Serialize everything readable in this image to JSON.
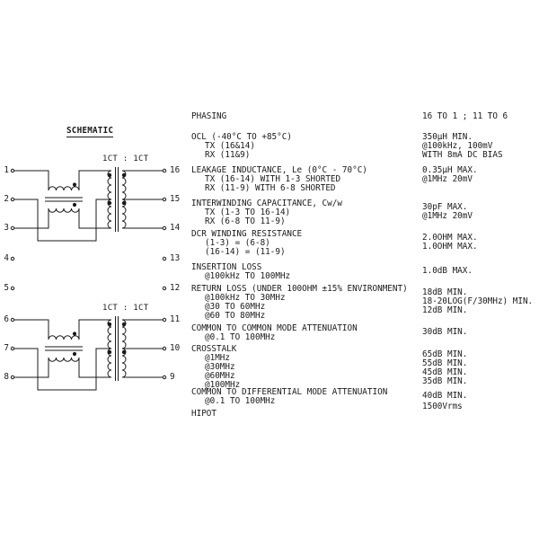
{
  "schematic": {
    "title": "SCHEMATIC",
    "ratio_top": "1CT : 1CT",
    "ratio_bottom": "1CT : 1CT",
    "pins": {
      "p1": "1",
      "p2": "2",
      "p3": "3",
      "p4": "4",
      "p5": "5",
      "p6": "6",
      "p7": "7",
      "p8": "8",
      "p9": "9",
      "p10": "10",
      "p11": "11",
      "p12": "12",
      "p13": "13",
      "p14": "14",
      "p15": "15",
      "p16": "16"
    }
  },
  "specs": [
    {
      "param": [
        "PHASING"
      ],
      "values": [
        "16 TO 1 ; 11 TO 6"
      ]
    },
    {
      "param": [
        "OCL (-40°C TO +85°C)",
        "TX (16&14)",
        "RX (11&9)"
      ],
      "values": [
        "350µH MIN.",
        "@100kHz, 100mV",
        "WITH 8mA DC BIAS"
      ]
    },
    {
      "param": [
        "LEAKAGE INDUCTANCE, Le (0°C - 70°C)",
        "TX (16-14) WITH 1-3 SHORTED",
        "RX (11-9) WITH 6-8 SHORTED"
      ],
      "values": [
        "0.35µH MAX.",
        "@1MHz 20mV"
      ]
    },
    {
      "param": [
        "INTERWINDING CAPACITANCE, Cw/w",
        "TX (1-3 TO 16-14)",
        "RX (6-8 TO 11-9)"
      ],
      "values": [
        "30pF MAX.",
        "@1MHz 20mV"
      ]
    },
    {
      "param": [
        "DCR WINDING RESISTANCE",
        "(1-3) = (6-8)",
        "(16-14) = (11-9)"
      ],
      "values": [
        "2.0OHM MAX.",
        "1.0OHM MAX."
      ]
    },
    {
      "param": [
        "INSERTION LOSS",
        "@100kHz TO 100MHz"
      ],
      "values": [
        "1.0dB MAX."
      ]
    },
    {
      "param": [
        "RETURN LOSS (UNDER 100OHM ±15% ENVIRONMENT)",
        "@100kHz TO 30MHz",
        "@30 TO 60MHz",
        "@60 TO 80MHz"
      ],
      "values": [
        "18dB MIN.",
        "18-20LOG(F/30MHz) MIN.",
        "12dB MIN."
      ]
    },
    {
      "param": [
        "COMMON TO COMMON MODE ATTENUATION",
        "@0.1 TO 100MHz"
      ],
      "values": [
        "30dB MIN."
      ]
    },
    {
      "param": [
        "CROSSTALK",
        "@1MHz",
        "@30MHz",
        "@60MHz",
        "@100MHz"
      ],
      "values": [
        "65dB MIN.",
        "55dB MIN.",
        "45dB MIN.",
        "35dB MIN."
      ]
    },
    {
      "param": [
        "COMMON TO DIFFERENTIAL MODE ATTENUATION",
        "@0.1 TO 100MHz"
      ],
      "values": [
        "40dB MIN."
      ]
    },
    {
      "param": [
        "HIPOT"
      ],
      "values": [
        "1500Vrms"
      ]
    }
  ]
}
